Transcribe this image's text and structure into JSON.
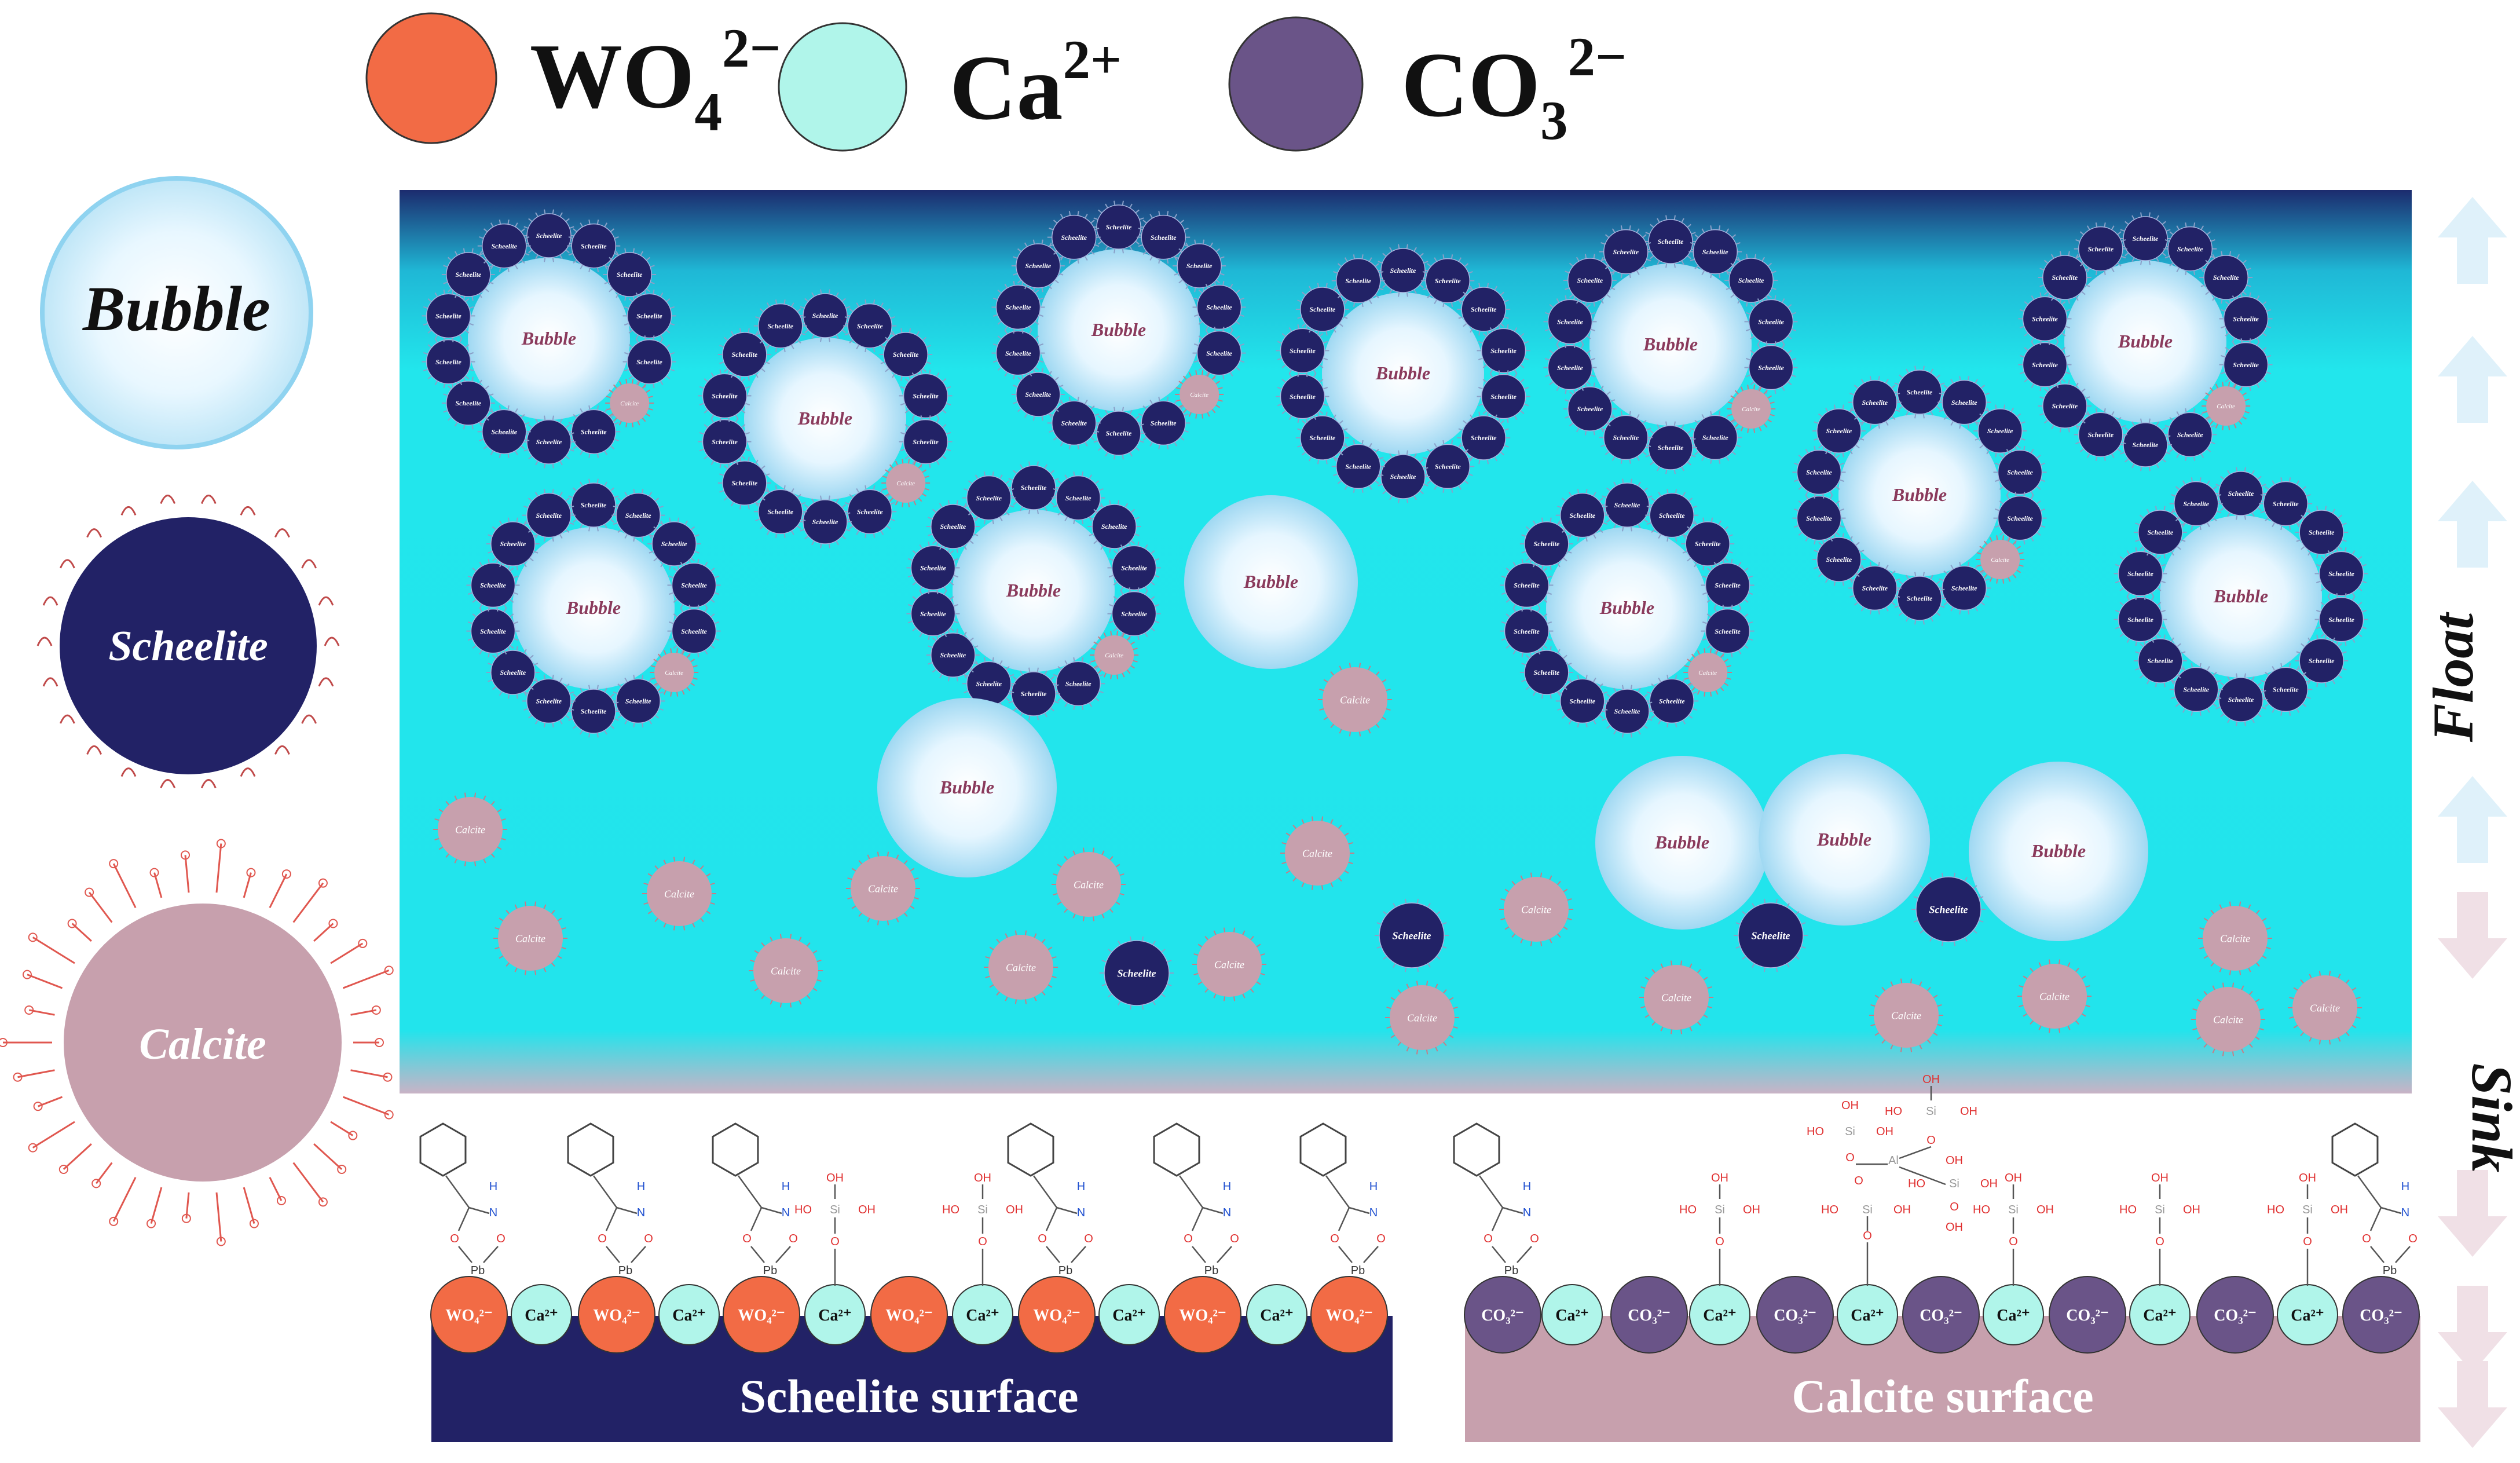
{
  "legend": {
    "items": [
      {
        "label": "WO",
        "sub": "4",
        "sup": "2−",
        "color": "#f26b45"
      },
      {
        "label": "Ca",
        "sub": "",
        "sup": "2+",
        "color": "#b0f5ea"
      },
      {
        "label": "CO",
        "sub": "3",
        "sup": "2−",
        "color": "#6a5488"
      }
    ],
    "side": {
      "bubble": "Bubble",
      "scheelite": "Scheelite",
      "calcite": "Calcite"
    }
  },
  "labels": {
    "bubble": "Bubble",
    "scheelite": "Scheelite",
    "calcite": "Calcite",
    "float": "Float",
    "sink": "Sink",
    "scheelite_surface": "Scheelite surface",
    "calcite_surface": "Calcite surface",
    "ion_wo4": "WO₄²⁻",
    "ion_ca": "Ca²⁺",
    "ion_co3": "CO₃²⁻",
    "pb": "Pb",
    "o": "O",
    "n": "N",
    "h": "H",
    "oh": "OH",
    "ho": "HO",
    "si": "Si",
    "al": "Al"
  },
  "colors": {
    "scheelite": "#222266",
    "calcite": "#c7a0ad",
    "wo4": "#f26b45",
    "ca": "#b0f5ea",
    "co3": "#6a5488",
    "pulp_top": "#1c2b6e",
    "pulp_mid": "#22e6ec",
    "arrow_up": "#dff1fa",
    "arrow_down": "#f0e0e6"
  },
  "surfaces": {
    "scheelite_ions": [
      "WO4",
      "Ca",
      "WO4",
      "Ca",
      "WO4",
      "Ca",
      "WO4",
      "Ca",
      "WO4",
      "Ca",
      "WO4",
      "Ca",
      "WO4"
    ],
    "calcite_ions": [
      "CO3",
      "Ca",
      "CO3",
      "Ca",
      "CO3",
      "Ca",
      "CO3",
      "Ca",
      "CO3",
      "Ca",
      "CO3",
      "Ca",
      "CO3"
    ]
  }
}
